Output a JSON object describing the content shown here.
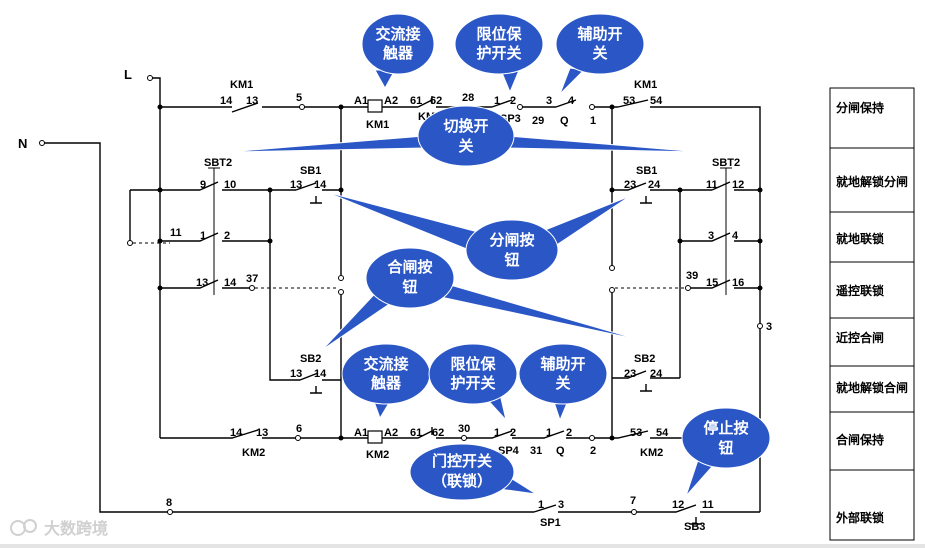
{
  "rails": {
    "L": "L",
    "N": "N"
  },
  "callouts": {
    "contactor_top": [
      "交流接",
      "触器"
    ],
    "limit_top": [
      "限位保",
      "护开关"
    ],
    "aux_top": [
      "辅助开",
      "关"
    ],
    "switch": [
      "切换开",
      "关"
    ],
    "open_btn": [
      "分闸按",
      "钮"
    ],
    "close_btn": [
      "合闸按",
      "钮"
    ],
    "contactor_bot": [
      "交流接",
      "触器"
    ],
    "limit_bot": [
      "限位保",
      "护开关"
    ],
    "aux_bot": [
      "辅助开",
      "关"
    ],
    "stop_btn": [
      "停止按",
      "钮"
    ],
    "door_switch": [
      "门控开关",
      "（联锁）"
    ]
  },
  "labels": {
    "km1_l": "KM1",
    "n14a": "14",
    "n13a": "13",
    "n5": "5",
    "a1a": "A1",
    "a2a": "A2",
    "km1_coil": "KM1",
    "n61a": "61",
    "n62a": "62",
    "km_a": "KM",
    "n28": "28",
    "n1a": "1",
    "n2a": "2",
    "sp3": "SP3",
    "n3a": "3",
    "n4a": "4",
    "n29": "29",
    "qa": "Q",
    "n1b": "1",
    "km1_r": "KM1",
    "n53a": "53",
    "n54a": "54",
    "sbt2_l": "SBT2",
    "n9": "9",
    "n10": "10",
    "sb1_l": "SB1",
    "n13b": "13",
    "n14b": "14",
    "n11": "11",
    "n1c": "1",
    "n2c": "2",
    "n13c": "13",
    "n14c": "14",
    "n37": "37",
    "sb1_r": "SB1",
    "n23a": "23",
    "n24a": "24",
    "sbt2_r": "SBT2",
    "n11b": "11",
    "n12": "12",
    "n3b": "3",
    "n4b": "4",
    "n39": "39",
    "n15": "15",
    "n16": "16",
    "n3c": "3",
    "sb2_l": "SB2",
    "n13d": "13",
    "n14d": "14",
    "sb2_r": "SB2",
    "n23b": "23",
    "n24b": "24",
    "n14e": "14",
    "n13e": "13",
    "n6": "6",
    "km2_l": "KM2",
    "a1b": "A1",
    "a2b": "A2",
    "km2_coil": "KM2",
    "n61b": "61",
    "n62b": "62",
    "n30": "30",
    "n1d": "1",
    "n2d": "2",
    "sp4": "SP4",
    "n31": "31",
    "n1e": "1",
    "n2e": "2",
    "qb": "Q",
    "n2f": "2",
    "n53b": "53",
    "n54b": "54",
    "km2_r": "KM2",
    "n8": "8",
    "n1f": "1",
    "n3d": "3",
    "sp1": "SP1",
    "n7": "7",
    "n12b": "12",
    "n11c": "11",
    "sb3": "SB3"
  },
  "panel": [
    "分闸保持",
    "就地解锁分闸",
    "就地联锁",
    "遥控联锁",
    "近控合闸",
    "就地解锁合闸",
    "合闸保持",
    "外部联锁"
  ],
  "watermark": "大数跨境",
  "colors": {
    "callout": "#2a56c6",
    "callout_text": "#ffffff",
    "line": "#000000"
  }
}
